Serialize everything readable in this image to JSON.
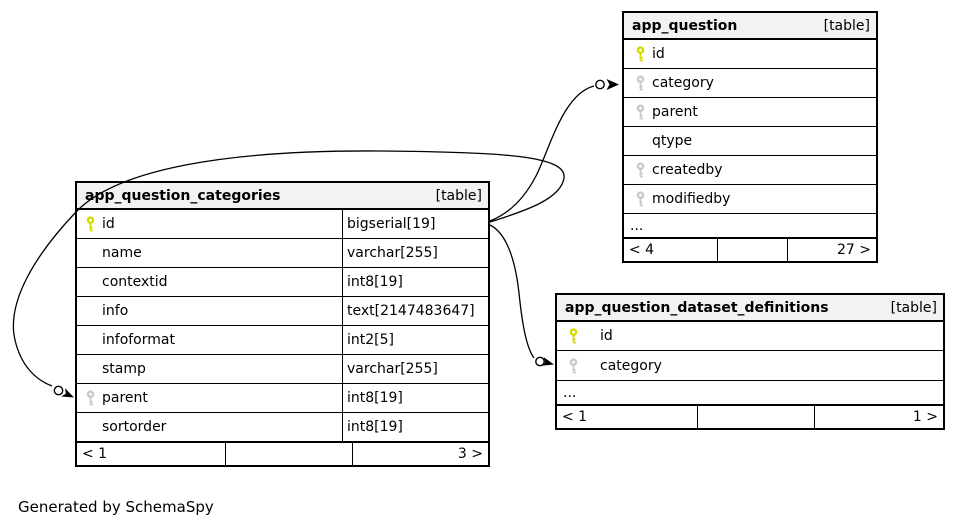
{
  "page": {
    "footer_note": "Generated by SchemaSpy"
  },
  "colors": {
    "header_bg": "#f2f2f2",
    "border": "#000000",
    "pk_key": "#d2da00",
    "fk_key": "#c9c9c9",
    "row_bg": "#ffffff"
  },
  "tables": [
    {
      "name": "app_question_categories",
      "tag": "[table]",
      "columns": [
        {
          "name": "id",
          "type": "bigserial[19]",
          "key": "pk"
        },
        {
          "name": "name",
          "type": "varchar[255]",
          "key": ""
        },
        {
          "name": "contextid",
          "type": "int8[19]",
          "key": ""
        },
        {
          "name": "info",
          "type": "text[2147483647]",
          "key": ""
        },
        {
          "name": "infoformat",
          "type": "int2[5]",
          "key": ""
        },
        {
          "name": "stamp",
          "type": "varchar[255]",
          "key": ""
        },
        {
          "name": "parent",
          "type": "int8[19]",
          "key": "fk"
        },
        {
          "name": "sortorder",
          "type": "int8[19]",
          "key": ""
        }
      ],
      "footer": {
        "left": "< 1",
        "mid": "",
        "right": "3 >"
      }
    },
    {
      "name": "app_question",
      "tag": "[table]",
      "columns": [
        {
          "name": "id",
          "key": "pk"
        },
        {
          "name": "category",
          "key": "fk"
        },
        {
          "name": "parent",
          "key": "fk"
        },
        {
          "name": "qtype",
          "key": ""
        },
        {
          "name": "createdby",
          "key": "fk"
        },
        {
          "name": "modifiedby",
          "key": "fk"
        }
      ],
      "ellipsis": "...",
      "footer": {
        "left": "< 4",
        "mid": "",
        "right": "27 >"
      }
    },
    {
      "name": "app_question_dataset_definitions",
      "tag": "[table]",
      "columns": [
        {
          "name": "id",
          "key": "pk"
        },
        {
          "name": "category",
          "key": "fk"
        }
      ],
      "ellipsis": "...",
      "footer": {
        "left": "< 1",
        "mid": "",
        "right": "1 >"
      }
    }
  ],
  "relationships": [
    {
      "from": "app_question_categories.id",
      "to": "app_question.category"
    },
    {
      "from": "app_question_categories.id",
      "to": "app_question_categories.parent"
    },
    {
      "from": "app_question_categories.id",
      "to": "app_question_dataset_definitions.category"
    }
  ]
}
